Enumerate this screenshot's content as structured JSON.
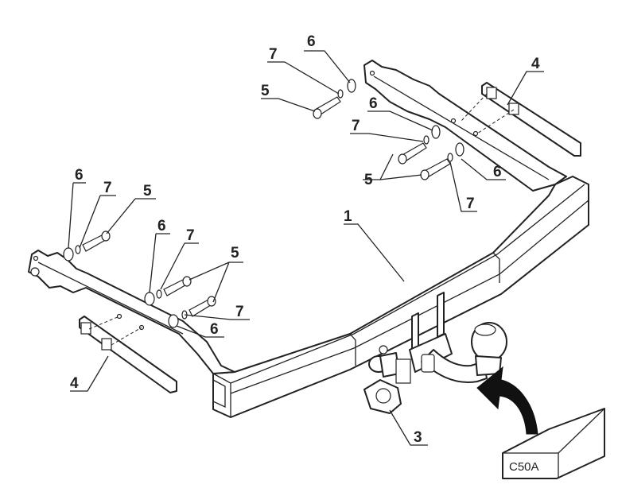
{
  "labels": {
    "beam": "1",
    "socket": "3",
    "bracket": "4",
    "bolt": "5",
    "washer": "6",
    "lock_washer": "7"
  },
  "box_label": "C50A"
}
